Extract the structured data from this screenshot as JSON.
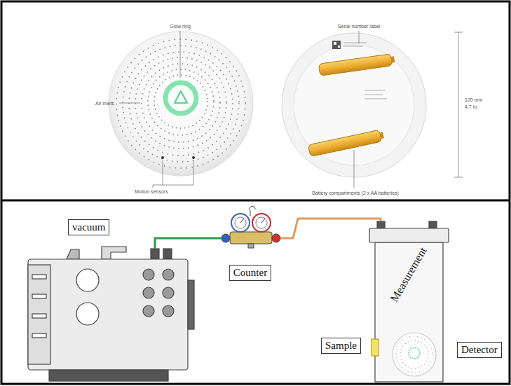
{
  "diagram": {
    "nodes": [
      {
        "text": [
          "vacuum"
        ]
      },
      {
        "text": [
          "Counter"
        ]
      },
      {
        "text": [
          "Measurement"
        ]
      },
      {
        "text": [
          "Sample"
        ]
      },
      {
        "text": [
          "Detector"
        ]
      }
    ],
    "edges": [
      {
        "from": 0,
        "to": 1,
        "arrow": "none"
      },
      {
        "from": 1,
        "to": 2,
        "arrow": "none"
      }
    ],
    "labels": [
      "Glow ring",
      "Serial number label",
      "Air inlets",
      "120 mm",
      "4.7 in.",
      "Motion sensors",
      "Battery compartments (2 x AA batteries)"
    ]
  }
}
